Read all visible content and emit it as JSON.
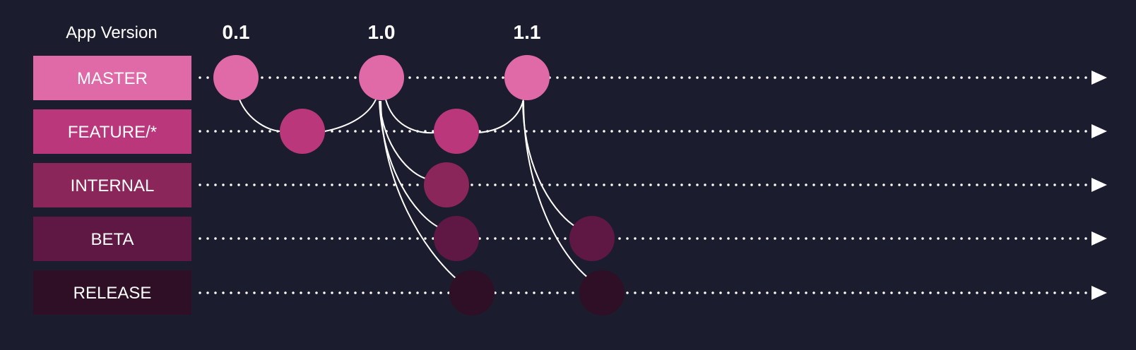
{
  "header": {
    "title": "App Version"
  },
  "versions": [
    {
      "label": "0.1"
    },
    {
      "label": "1.0"
    },
    {
      "label": "1.1"
    }
  ],
  "lanes": [
    {
      "label": "MASTER",
      "color": "#e06aa8"
    },
    {
      "label": "FEATURE/*",
      "color": "#b9377a"
    },
    {
      "label": "INTERNAL",
      "color": "#8a2659"
    },
    {
      "label": "BETA",
      "color": "#5e1843"
    },
    {
      "label": "RELEASE",
      "color": "#2e0f25"
    }
  ],
  "colors": {
    "background": "#1b1c2e",
    "line": "#ffffff"
  }
}
